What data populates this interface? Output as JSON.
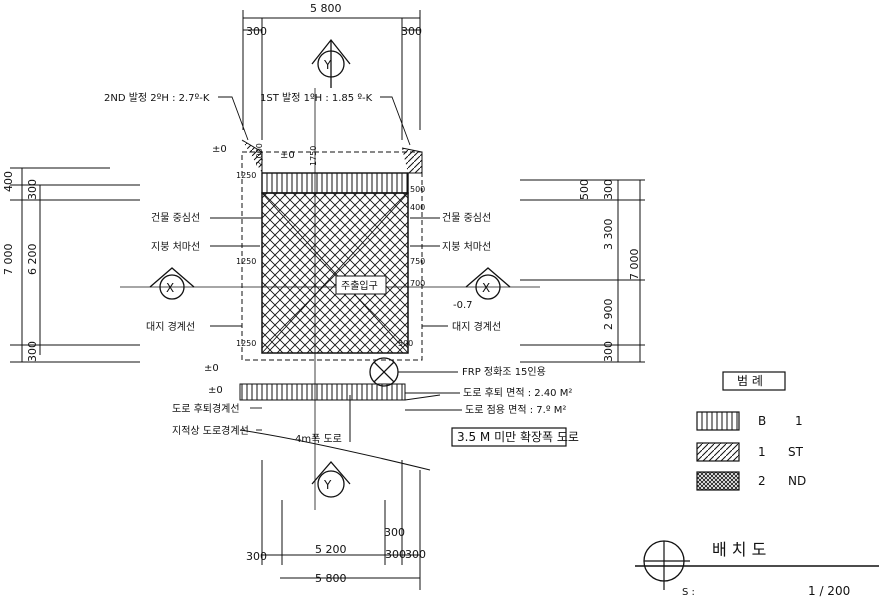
{
  "dimensions": {
    "top_total": "5 800",
    "top_left_setback": "300",
    "top_right_setback": "300",
    "bottom_total": "5 800",
    "bottom_width": "5 200",
    "bottom_left_setback": "300",
    "bottom_mid_a": "300",
    "bottom_mid_b": "300",
    "bottom_right_setback": "300",
    "left_total": "7 000",
    "left_main": "6 200",
    "left_top": "400",
    "left_top_small": "300",
    "left_bottom": "300",
    "right_total": "7 000",
    "right_upper": "3 300",
    "right_lower": "2 900",
    "right_top": "500",
    "right_top_small": "300",
    "right_bottom": "300"
  },
  "annotations": {
    "second_floor_setback": "2ND 발정 2ºH : 2.7º-K",
    "first_floor_setback": "1ST 발정 1ºH : 1.85 º-K",
    "wall_center_left": "건물 중심선",
    "wall_center_right": "건물 중심선",
    "roof_edge_left": "지붕 처마선",
    "roof_edge_right": "지붕 처마선",
    "site_boundary_left": "대지 경계선",
    "site_boundary_right": "대지 경계선",
    "septic_tank": "FRP 정화조 15인용",
    "road_area": "도로 후퇴 면적 : 2.40 M²",
    "road_share_area": "도로 점용 면적 : 7.º M²",
    "road_boundary_label": "도로 후퇴경계선",
    "cadastral_boundary_label": "지적상 도로경계선",
    "road_width": "4m폭 도로",
    "road_note": "3.5 M 미만 확장폭 도로",
    "entrance": "주출입구",
    "level_left": "±0",
    "level_top": "±0",
    "level_bottom_left": "±0",
    "level_right": "-0.7",
    "top_level_2": "±0",
    "vertical_note_1": "2,000",
    "vertical_note_2": "1750",
    "small_1250": "1250",
    "small_1250b": "1250",
    "small_1250c": "1250",
    "small_500": "500",
    "small_700": "700",
    "small_750": "750",
    "small_500b": "500",
    "small_400": "400",
    "axis_y": "Y",
    "axis_x": "X",
    "axis_y_bottom": "Y"
  },
  "legend": {
    "title": "범 례",
    "items": [
      {
        "symbol": "B",
        "label": "1"
      },
      {
        "symbol": "1",
        "label": "ST"
      },
      {
        "symbol": "2",
        "label": "ND"
      }
    ]
  },
  "title_block": {
    "title": "배  치  도",
    "scale": "1 / 200",
    "s_label": "S :"
  }
}
